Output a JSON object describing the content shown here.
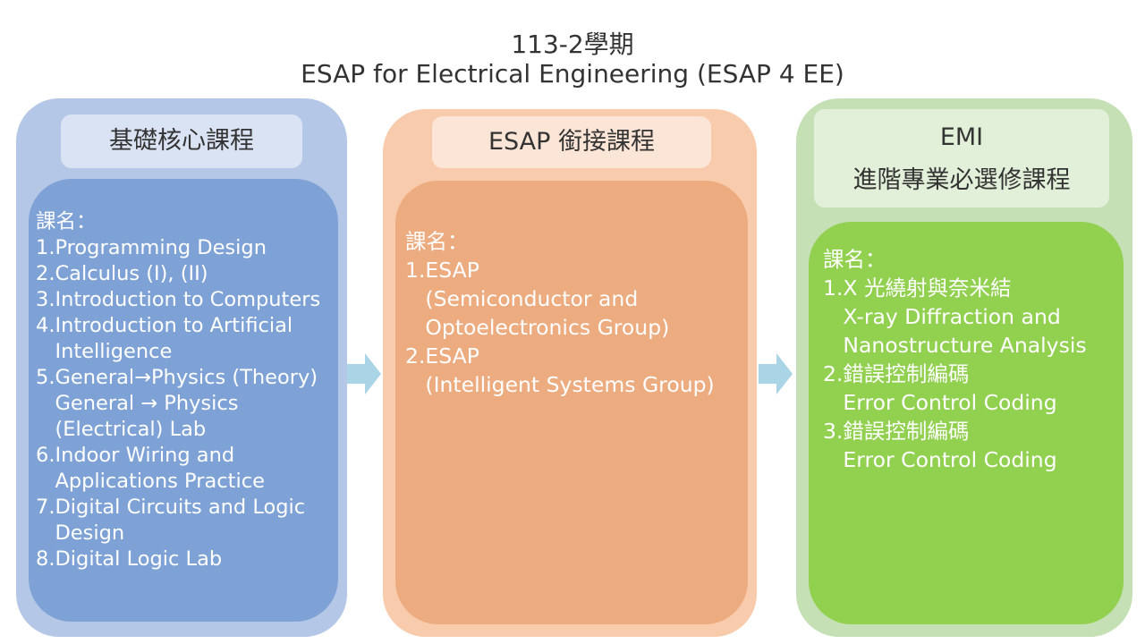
{
  "title": {
    "line1": "113-2學期",
    "line2": "ESAP for Electrical Engineering (ESAP 4 EE)"
  },
  "columns": [
    {
      "header": [
        "基礎核心課程"
      ],
      "color_outer": "#b4c7e7",
      "color_header": "#dae3f3",
      "color_inner": "#7ea2d6",
      "lines": [
        "課名：",
        "1.Programming Design",
        "2.Calculus (I), (II)",
        "3.Introduction to Computers",
        "4.Introduction to Artificial",
        "   Intelligence",
        "5.General→Physics (Theory)",
        "   General → Physics",
        "   (Electrical) Lab",
        "6.Indoor Wiring and",
        "   Applications Practice",
        "7.Digital Circuits and Logic",
        "   Design",
        "8.Digital Logic Lab"
      ]
    },
    {
      "header": [
        "ESAP 銜接課程"
      ],
      "color_outer": "#f8cbad",
      "color_header": "#fbe5d6",
      "color_inner": "#edab80",
      "lines": [
        "課名：",
        "1.ESAP",
        "   (Semiconductor and",
        "   Optoelectronics Group)",
        "2.ESAP",
        "   (Intelligent Systems Group)"
      ]
    },
    {
      "header": [
        "EMI",
        "進階專業必選修課程"
      ],
      "color_outer": "#c5e0b4",
      "color_header": "#e2f0d9",
      "color_inner": "#92d050",
      "lines": [
        "課名：",
        "1.X 光繞射與奈米結",
        "   X-ray Diffraction and",
        "   Nanostructure Analysis",
        "2.錯誤控制編碼",
        "   Error Control Coding",
        "3.錯誤控制編碼",
        "   Error Control Coding"
      ]
    }
  ],
  "arrow_color": "#a9d5e6"
}
